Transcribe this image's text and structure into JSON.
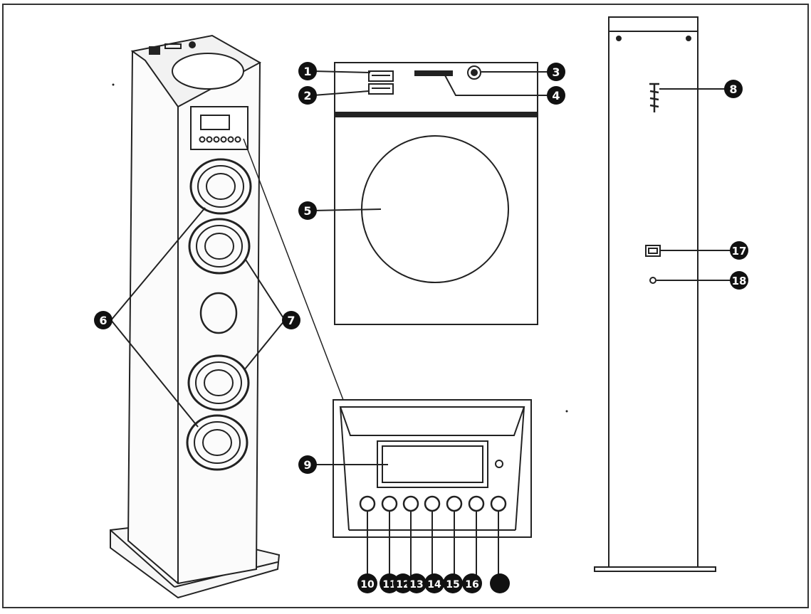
{
  "callouts": [
    {
      "id": "c1",
      "label": "1"
    },
    {
      "id": "c2",
      "label": "2"
    },
    {
      "id": "c3",
      "label": "3"
    },
    {
      "id": "c4",
      "label": "4"
    },
    {
      "id": "c5",
      "label": "5"
    },
    {
      "id": "c6",
      "label": "6"
    },
    {
      "id": "c7",
      "label": "7"
    },
    {
      "id": "c8",
      "label": "8"
    },
    {
      "id": "c9",
      "label": "9"
    },
    {
      "id": "c10",
      "label": "10"
    },
    {
      "id": "c11",
      "label": "11"
    },
    {
      "id": "c12",
      "label": "12"
    },
    {
      "id": "c13",
      "label": "13"
    },
    {
      "id": "c14",
      "label": "14"
    },
    {
      "id": "c15",
      "label": "15"
    },
    {
      "id": "c16",
      "label": "16"
    },
    {
      "id": "c17",
      "label": "17"
    },
    {
      "id": "c18",
      "label": "18"
    }
  ],
  "colors": {
    "ink": "#111111",
    "paper": "#ffffff",
    "badge_text": "#ffffff"
  }
}
